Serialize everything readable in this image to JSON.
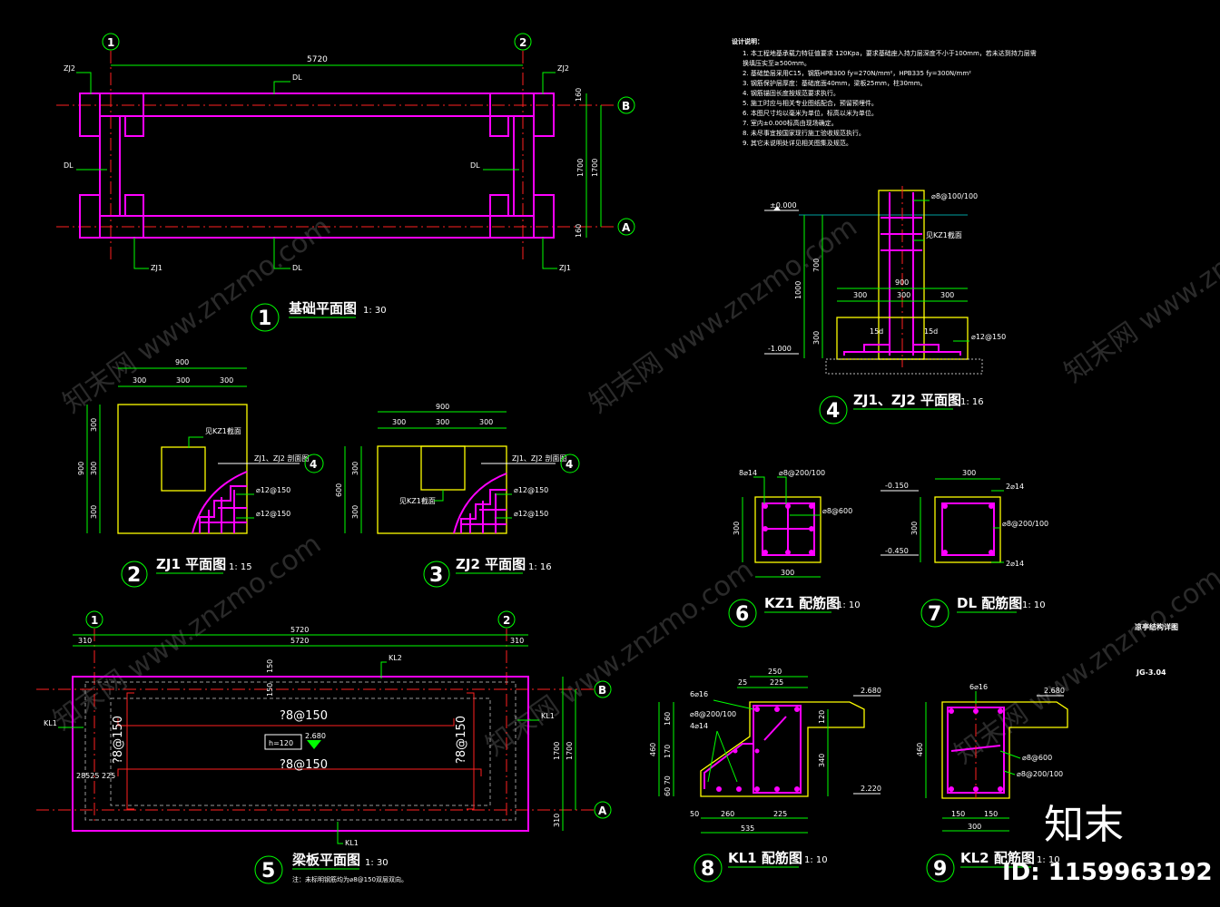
{
  "drawing": {
    "bg_color": "#000000",
    "colors": {
      "dim": "#00ff00",
      "beam": "#ff00ff",
      "footing": "#ffff00",
      "axis": "#ff2020",
      "text": "#ffffff"
    },
    "axes": {
      "ax1": "1",
      "ax2": "2",
      "axA": "A",
      "axB": "B"
    },
    "view1": {
      "num": "1",
      "title": "基础平面图",
      "scale": "1: 30",
      "dim_total": "5720",
      "dim_side": "1700",
      "dim_160": "160",
      "labels": {
        "zj2": "ZJ2",
        "zj1": "ZJ1",
        "dl": "DL"
      }
    },
    "view2": {
      "num": "2",
      "title": "ZJ1 平面图",
      "scale": "1: 15",
      "dim_total": "900",
      "dim_300": "300",
      "dim_side": "900",
      "leader_kz1": "见KZ1截面",
      "section_ref": "ZJ1、ZJ2 剖面图",
      "section_num": "4",
      "rebar_1": "⌀12@150",
      "rebar_2": "⌀12@150"
    },
    "view3": {
      "num": "3",
      "title": "ZJ2 平面图",
      "scale": "1: 16",
      "dim_total": "900",
      "dim_300": "300",
      "dim_side": "600",
      "leader_kz1": "见KZ1截面",
      "section_ref": "ZJ1、ZJ2 剖面图",
      "section_num": "4",
      "rebar_1": "⌀12@150",
      "rebar_2": "⌀12@150"
    },
    "view4": {
      "num": "4",
      "title": "ZJ1、ZJ2 平面图",
      "scale": "1: 16",
      "elev_top": "±0.000",
      "elev_bot": "-1.000",
      "dim_1000": "1000",
      "dim_700": "700",
      "dim_300": "300",
      "dim_900": "900",
      "dim_15d": "15d",
      "rebar_top": "⌀8@100/100",
      "rebar_bot": "⌀12@150",
      "leader_kz1": "见KZ1截面"
    },
    "view5": {
      "num": "5",
      "title": "梁板平面图",
      "scale": "1: 30",
      "dim_total": "5720",
      "dim_310": "310",
      "dim_side": "1700",
      "dim_150": "150",
      "dim_bot_left": "28525 225",
      "kl1": "KL1",
      "kl2": "KL2",
      "rebar_h": "?8@150",
      "rebar_v": "?8@150",
      "slab_h": "h=120",
      "slab_elev": "2.680",
      "note": "注：未标明钢筋均为⌀8@150双层双向。"
    },
    "view6": {
      "num": "6",
      "title": "KZ1 配筋图",
      "scale": "1: 10",
      "dim": "300",
      "rebar_main": "8⌀14",
      "rebar_stir": "⌀8@200/100",
      "rebar_inner": "⌀8@600"
    },
    "view7": {
      "num": "7",
      "title": "DL 配筋图",
      "scale": "1: 10",
      "dim": "300",
      "elev_top": "-0.150",
      "elev_bot": "-0.450",
      "rebar_top": "2⌀14",
      "rebar_bot": "2⌀14",
      "rebar_stir": "⌀8@200/100"
    },
    "view8": {
      "num": "8",
      "title": "KL1 配筋图",
      "scale": "1: 10",
      "dim_250": "250",
      "dim_25": "25",
      "dim_225": "225",
      "dim_460": "460",
      "dim_160": "160",
      "dim_170": "170",
      "dim_6070": "60 70",
      "dim_120": "120",
      "dim_340": "340",
      "dim_50": "50",
      "dim_260": "260",
      "dim_535": "535",
      "elev_top": "2.680",
      "elev_bot": "2.220",
      "rebar_1": "6⌀16",
      "rebar_2": "⌀8@200/100",
      "rebar_3": "4⌀14"
    },
    "view9": {
      "num": "9",
      "title": "KL2 配筋图",
      "scale": "1: 10",
      "dim_460": "460",
      "dim_150": "150",
      "dim_300": "300",
      "elev": "2.680",
      "rebar_1": "6⌀16",
      "rebar_2": "⌀8@600",
      "rebar_3": "⌀8@200/100"
    },
    "notes": {
      "heading": "设计说明：",
      "lines": [
        "1. 本工程地基承载力特征值要求 120Kpa，要求基础座入持力层深度不小于100mm，若未达到持力层需",
        "   换填压实至≥500mm。",
        "2. 基础垫层采用C15，钢筋HPB300 fy=270N/mm²，HPB335 fy=300N/mm²",
        "3. 钢筋保护层厚度：基础底面40mm，梁板25mm，柱30mm。",
        "4. 钢筋锚固长度按规范要求执行。",
        "5. 施工时应与相关专业图纸配合，预留预埋件。",
        "6. 本图尺寸均以毫米为单位，标高以米为单位。",
        "7. 室内±0.000标高由现场确定。",
        "8. 未尽事宜按国家现行施工验收规范执行。",
        "9. 其它未说明处详见相关图集及规范。"
      ]
    },
    "title_block": {
      "name": "凉亭结构详图",
      "number": "JG-3.04"
    },
    "watermark": {
      "brand": "知末",
      "id": "ID: 1159963192",
      "site": "知末网 www.znzmo.com"
    }
  }
}
